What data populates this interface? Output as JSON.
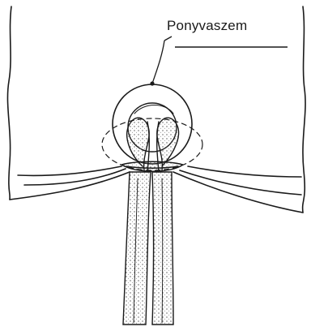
{
  "diagram": {
    "callout": {
      "label": "Ponyvaszem"
    },
    "colors": {
      "ink": "#1a1a1a",
      "background": "#ffffff",
      "stipple": "#555555"
    },
    "parts": {
      "tarp": "tarp-sheet",
      "grommet": "grommet-eyelet",
      "rope": "tie-rope"
    }
  }
}
